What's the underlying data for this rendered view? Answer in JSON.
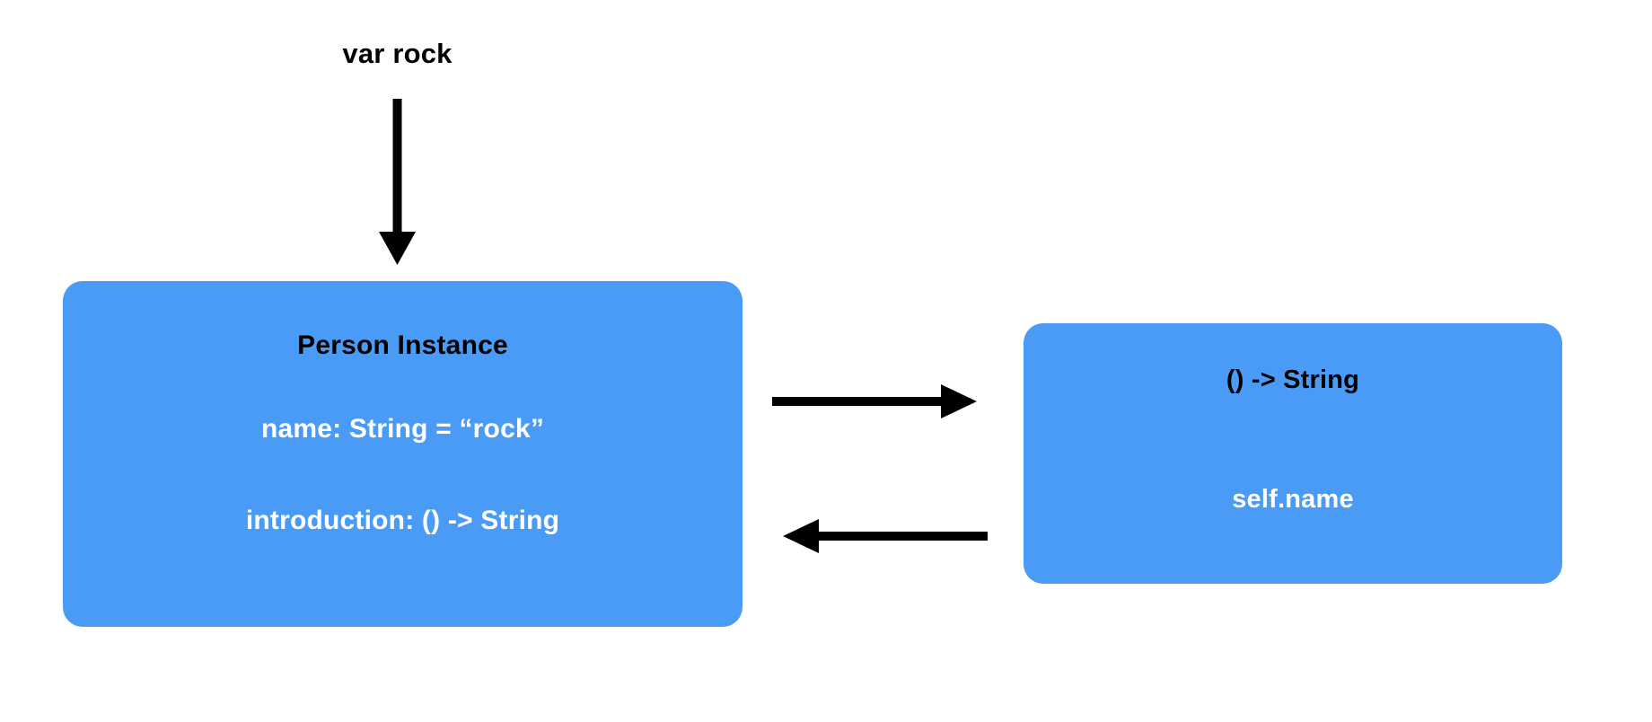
{
  "diagram": {
    "title_label": "var rock",
    "accent_color": "#4a9bf5",
    "stroke_color": "#000000",
    "background_color": "#ffffff",
    "instance_box": {
      "title": "Person Instance",
      "property": "name: String = “rock”",
      "method": "introduction: () -> String"
    },
    "closure_box": {
      "signature": "() -> String",
      "body": "self.name"
    },
    "arrows": [
      {
        "name": "var-rock-to-instance",
        "direction": "down"
      },
      {
        "name": "instance-to-closure",
        "direction": "right"
      },
      {
        "name": "closure-to-instance",
        "direction": "left"
      }
    ]
  }
}
